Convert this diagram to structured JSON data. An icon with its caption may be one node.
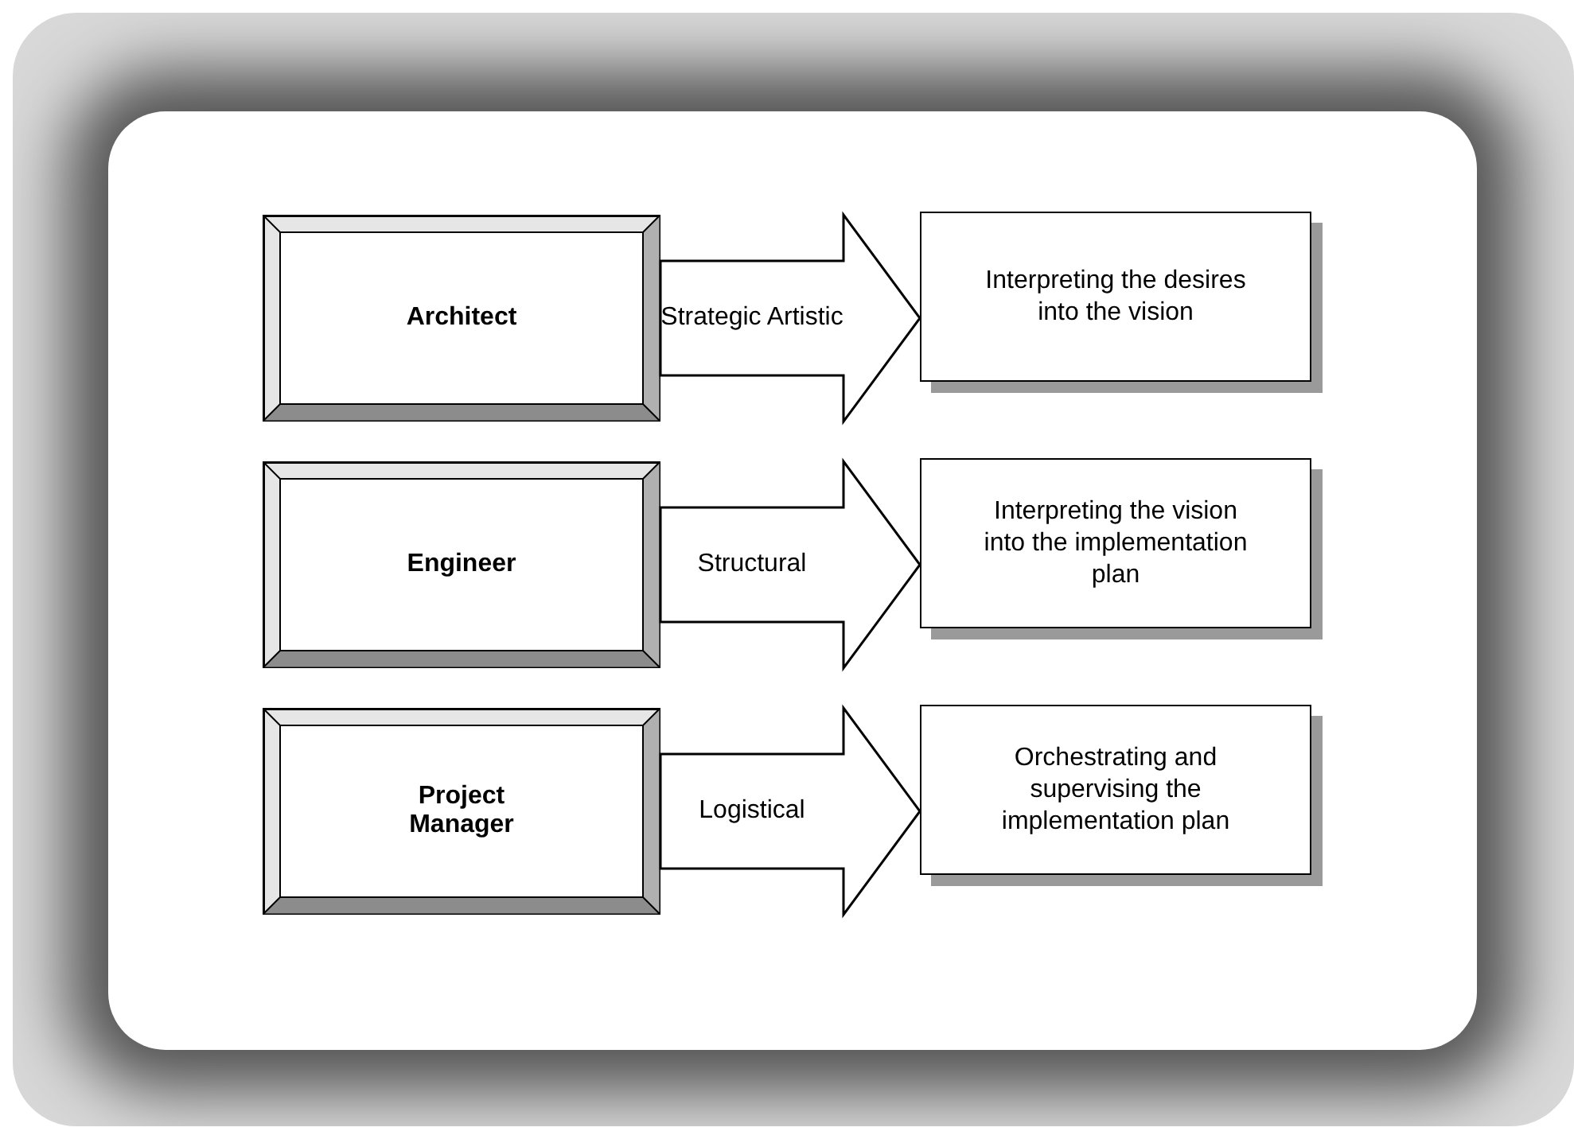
{
  "diagram": {
    "nodes": [
      {
        "text": [
          "Architect"
        ]
      },
      {
        "text": [
          "Interpreting the desires into the vision"
        ]
      },
      {
        "text": [
          "Engineer"
        ]
      },
      {
        "text": [
          "Interpreting the vision into the implementation plan"
        ]
      },
      {
        "text": [
          "Project Manager"
        ]
      },
      {
        "text": [
          "Orchestrating and supervising the implementation plan"
        ]
      }
    ],
    "edges": [
      {
        "from": 0,
        "to": 1,
        "arrow": "to",
        "label": "Strategic Artistic"
      },
      {
        "from": 2,
        "to": 3,
        "arrow": "to",
        "label": "Structural"
      },
      {
        "from": 4,
        "to": 5,
        "arrow": "to",
        "label": "Logistical"
      }
    ]
  }
}
